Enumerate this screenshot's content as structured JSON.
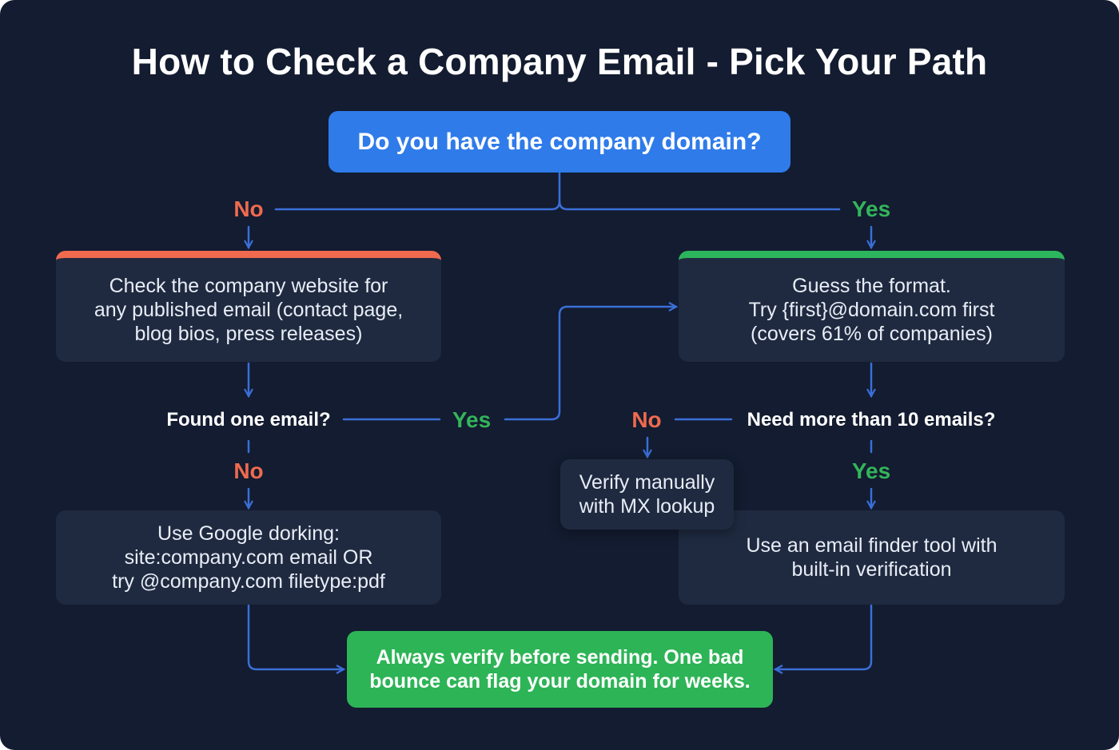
{
  "title": "How to Check a Company Email - Pick Your Path",
  "colors": {
    "background": "#131c30",
    "box": "#1f2a40",
    "primary_blue": "#2f7bea",
    "connector": "#3b6fd8",
    "no_red": "#ef6a4f",
    "yes_green": "#33b55a",
    "final_green": "#2db456"
  },
  "start_question": "Do you have the company domain?",
  "branches": {
    "left_label": "No",
    "right_label": "Yes"
  },
  "left": {
    "check_website": "Check the company website for\nany published email (contact page,\nblog bios, press releases)",
    "found_question": "Found one email?",
    "found_yes": "Yes",
    "found_no": "No",
    "dorking": "Use Google dorking:\nsite:company.com email OR\ntry @company.com filetype:pdf"
  },
  "right": {
    "guess_format": "Guess the format.\nTry {first}@domain.com first\n(covers 61% of companies)",
    "more_question": "Need more than 10 emails?",
    "more_no": "No",
    "more_yes": "Yes",
    "verify_manually": "Verify manually\nwith MX lookup",
    "finder_tool": "Use an email finder tool with\nbuilt-in verification"
  },
  "final_note": "Always verify before sending. One bad\nbounce can flag your domain for weeks."
}
